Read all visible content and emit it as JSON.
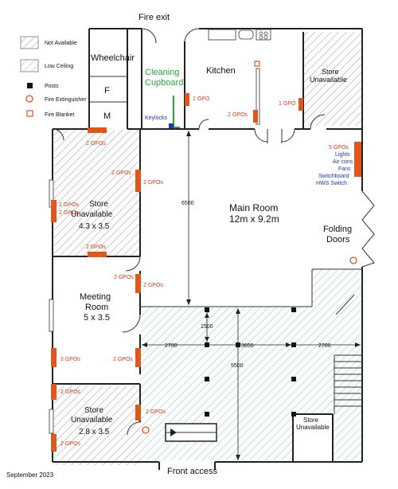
{
  "title_top": "Fire exit",
  "legend": {
    "not_available": "Not Available",
    "low_ceiling": "Low Ceiling",
    "posts": "Posts",
    "fire_extinguisher": "Fire Extinguisher",
    "fire_blanket": "Fire Blanket"
  },
  "rooms": {
    "wheelchair": "Wheelchair",
    "f": "F",
    "m": "M",
    "cleaning_1": "Cleaning",
    "cleaning_2": "Cupboard",
    "kitchen": "Kitchen",
    "store_top_1": "Store",
    "store_top_2": "Unavailable",
    "keylocks": "Keylocks",
    "store_left_1": "Store",
    "store_left_2": "Unavailable",
    "store_left_3": "4.3 x 3.5",
    "main_1": "Main Room",
    "main_2": "12m x 9.2m",
    "folding_1": "Folding",
    "folding_2": "Doors",
    "meeting_1": "Meeting",
    "meeting_2": "Room",
    "meeting_3": "5 x 3.5",
    "store_bl_1": "Store",
    "store_bl_2": "Unavailable",
    "store_bl_3": "2.8 x 3.5",
    "store_br_1": "Store",
    "store_br_2": "Unavailable"
  },
  "gpo": {
    "one": "1 GPO",
    "two": "2 GPOs",
    "five": "5 GPOs"
  },
  "switches": [
    "Lights",
    "Air cons",
    "Fans",
    "Switchboard",
    "HWS Switch"
  ],
  "dims": {
    "d6500": "6500",
    "d1500": "1500",
    "d2700a": "2700",
    "d3650": "3650",
    "d2700b": "2700",
    "d5500": "5500"
  },
  "footer": {
    "date": "September 2023",
    "front": "Front access"
  },
  "colors": {
    "gpo_red": "#e0571b",
    "keylock_blue": "#1f37b5",
    "cupboard_green": "#29a53a",
    "hatch_gray": "#9a9a9a",
    "hatch_teal": "#7cc9b8"
  }
}
